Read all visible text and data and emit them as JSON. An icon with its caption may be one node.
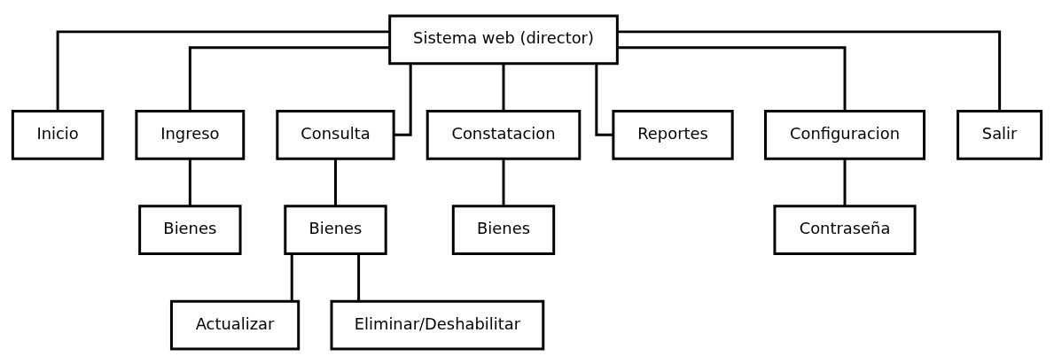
{
  "diagram": {
    "nodes": [
      {
        "text": [
          "Sistema web (director)"
        ]
      },
      {
        "text": [
          "Inicio"
        ]
      },
      {
        "text": [
          "Ingreso"
        ]
      },
      {
        "text": [
          "Consulta"
        ]
      },
      {
        "text": [
          "Constatacion"
        ]
      },
      {
        "text": [
          "Reportes"
        ]
      },
      {
        "text": [
          "Configuracion"
        ]
      },
      {
        "text": [
          "Salir"
        ]
      },
      {
        "text": [
          "Bienes"
        ]
      },
      {
        "text": [
          "Bienes"
        ]
      },
      {
        "text": [
          "Actualizar"
        ]
      },
      {
        "text": [
          "Eliminar/Deshabilitar"
        ]
      },
      {
        "text": [
          "Bienes"
        ]
      },
      {
        "text": [
          "Contraseña"
        ]
      }
    ],
    "edges": [
      {
        "from": 0,
        "to": 1,
        "arrow": "none"
      },
      {
        "from": 0,
        "to": 2,
        "arrow": "none"
      },
      {
        "from": 0,
        "to": 3,
        "arrow": "none"
      },
      {
        "from": 0,
        "to": 4,
        "arrow": "none"
      },
      {
        "from": 0,
        "to": 5,
        "arrow": "none"
      },
      {
        "from": 0,
        "to": 6,
        "arrow": "none"
      },
      {
        "from": 0,
        "to": 7,
        "arrow": "none"
      },
      {
        "from": 2,
        "to": 8,
        "arrow": "none"
      },
      {
        "from": 3,
        "to": 9,
        "arrow": "none"
      },
      {
        "from": 9,
        "to": 10,
        "arrow": "none"
      },
      {
        "from": 9,
        "to": 11,
        "arrow": "none"
      },
      {
        "from": 4,
        "to": 12,
        "arrow": "none"
      },
      {
        "from": 6,
        "to": 13,
        "arrow": "none"
      }
    ]
  }
}
